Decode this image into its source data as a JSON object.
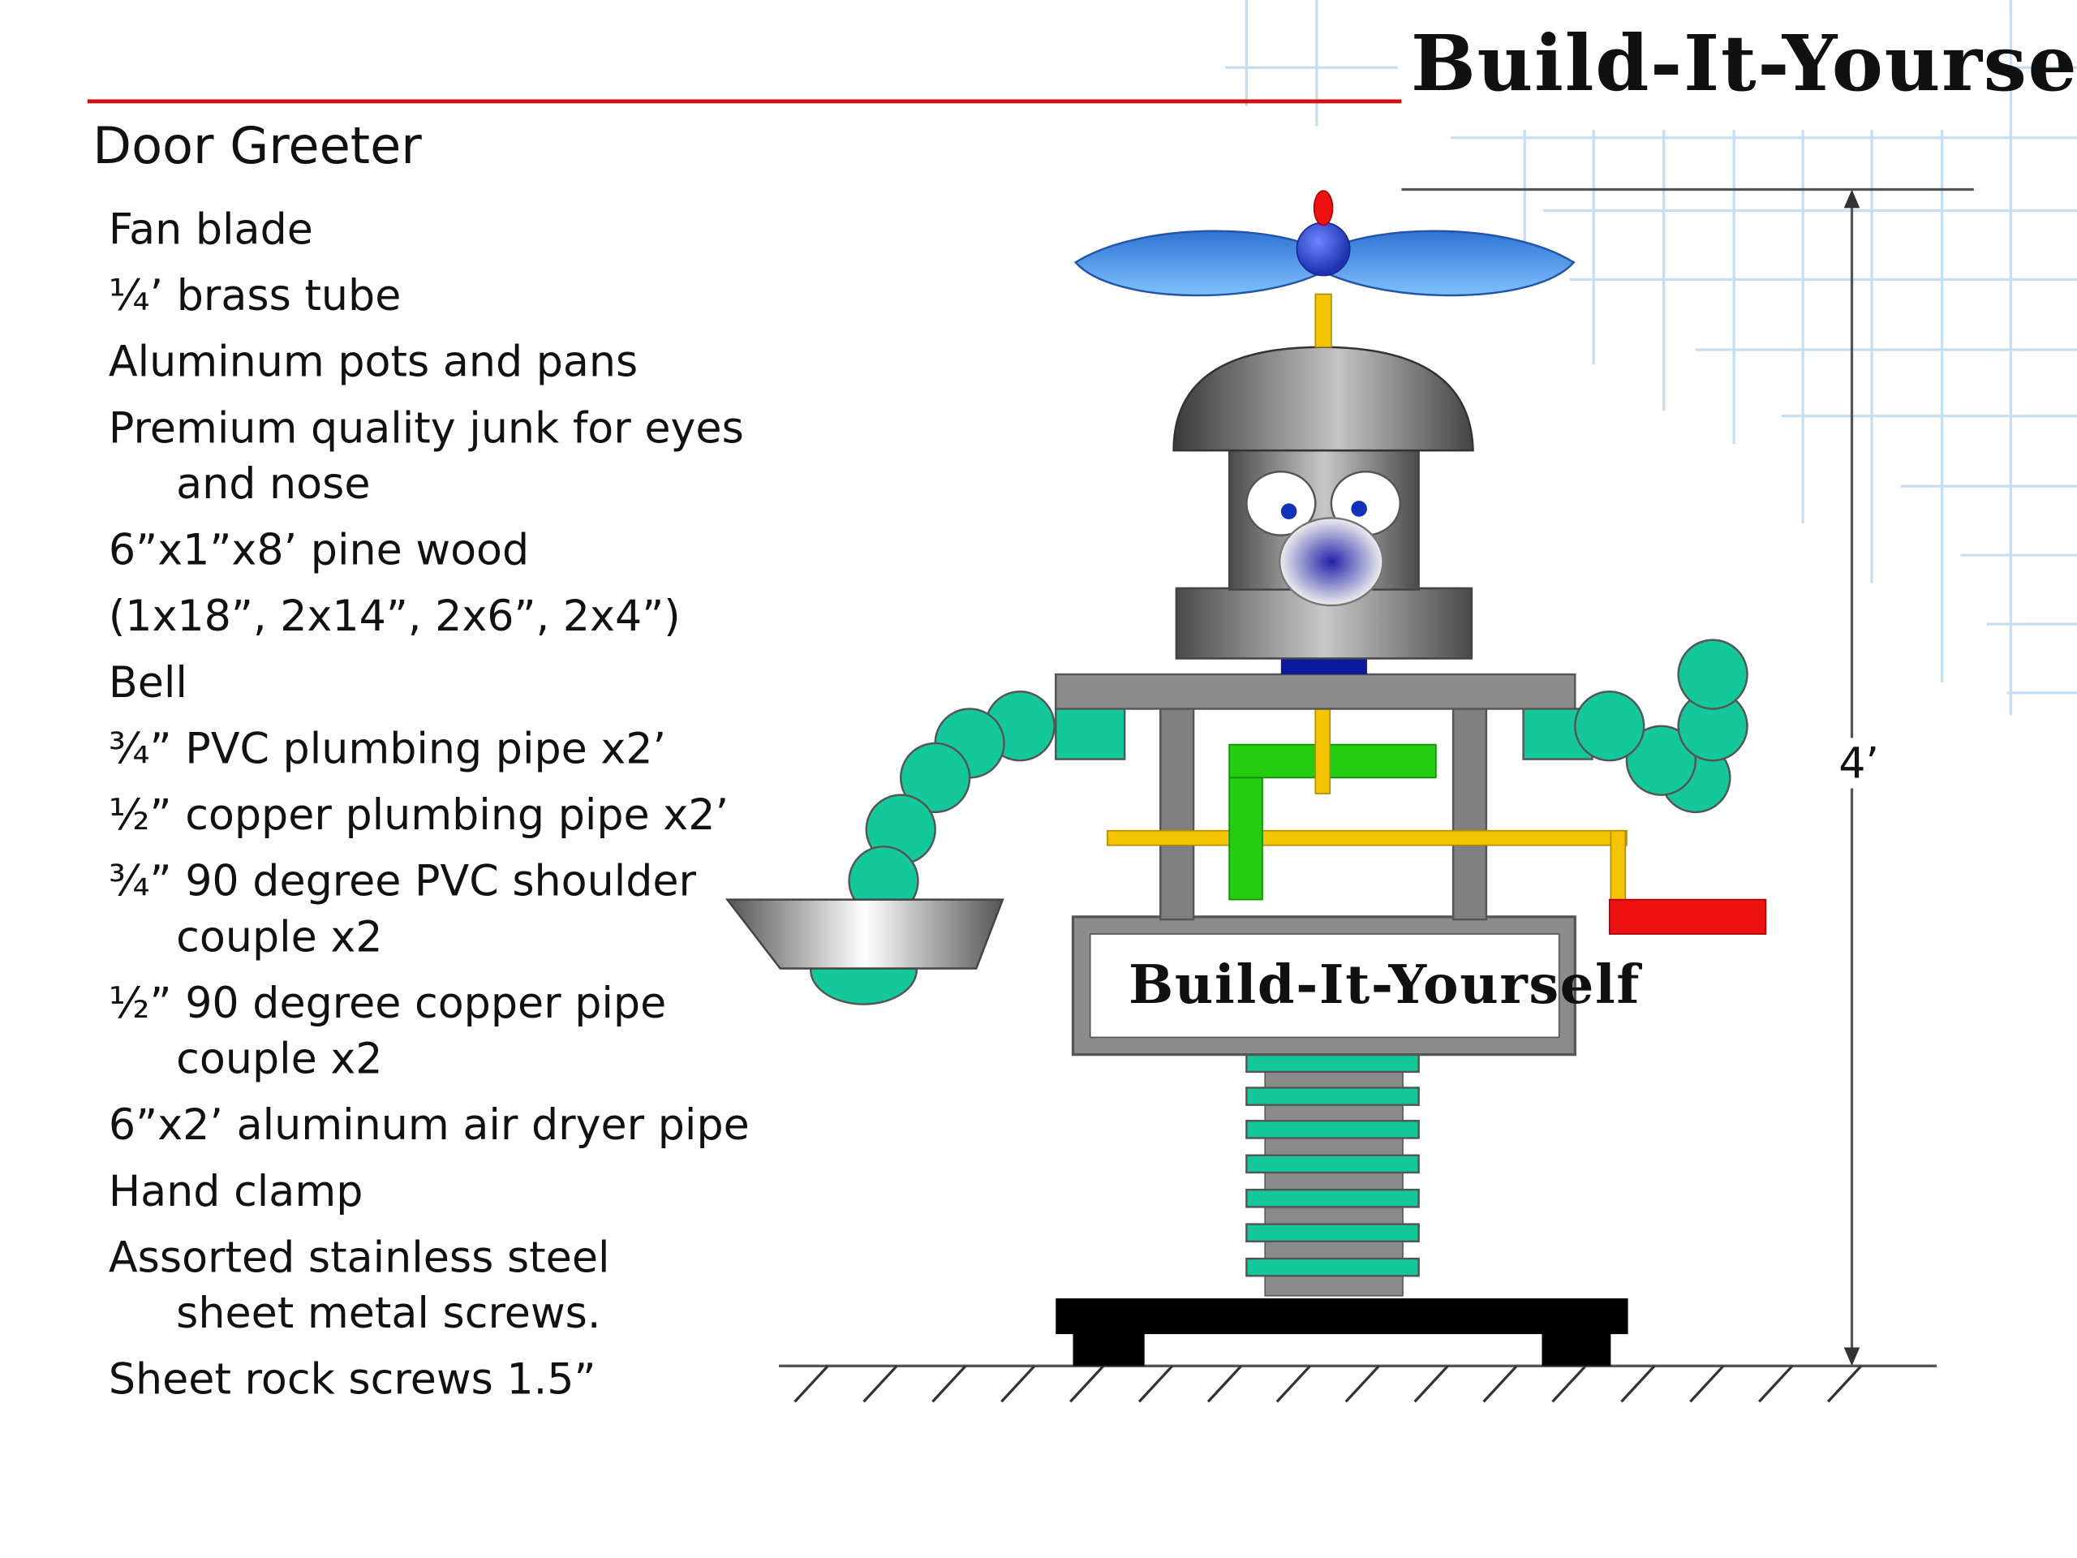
{
  "header": {
    "logo_text": "Build-It-Yourself",
    "title": "Door Greeter"
  },
  "parts_list": [
    "Fan blade",
    "¼’ brass tube",
    "Aluminum pots and pans",
    "Premium quality junk for eyes and nose",
    "6”x1”x8’ pine wood",
    "(1x18”, 2x14”, 2x6”, 2x4”)",
    "Bell",
    "¾” PVC plumbing pipe x2’",
    "½” copper plumbing pipe x2’",
    "¾” 90 degree PVC shoulder couple x2",
    "½” 90 degree copper pipe couple x2",
    "6”x2’ aluminum air dryer pipe",
    "Hand clamp",
    "Assorted stainless steel sheet metal screws.",
    "Sheet rock screws 1.5”"
  ],
  "figure": {
    "sign_text": "Build-It-Yourself",
    "height_label": "4’"
  },
  "colors": {
    "title_rule": "#cc1111",
    "grid": "#c6def2",
    "fan_blade": "#3d8ee8",
    "arm_segments": "#13c89a",
    "crank_rod": "#f5c400",
    "green_frame": "#22cc11",
    "crank_handle": "#ee1111"
  }
}
